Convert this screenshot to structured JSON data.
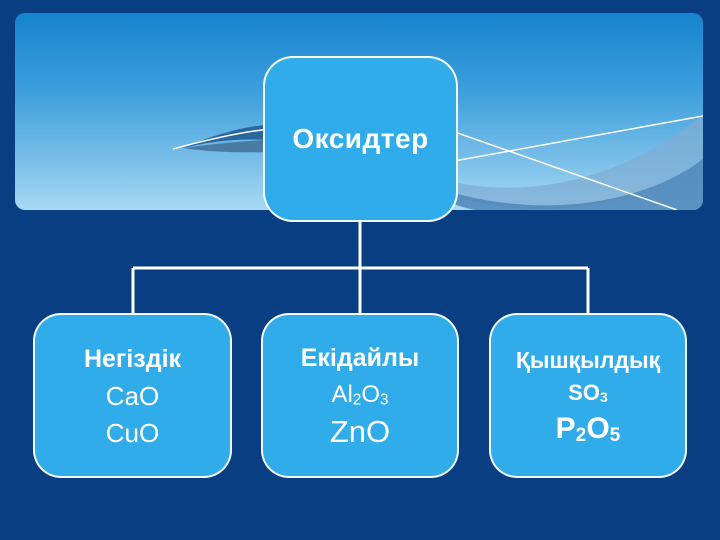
{
  "slide": {
    "diagram": {
      "root": {
        "label": "Оксидтер"
      },
      "children": [
        {
          "title": "Негіздік",
          "formulas": [
            "CaO",
            "CuO"
          ]
        },
        {
          "title": "Екідайлы",
          "formulas": [
            "Al2O3",
            "ZnO"
          ]
        },
        {
          "title": "Қышқылдық",
          "formulas": [
            "SO3",
            "P2O5"
          ]
        }
      ]
    },
    "colors": {
      "background": "#0A3E82",
      "node_fill": "#30ACEA",
      "node_border": "#FFFFFF",
      "connector": "#FFFFFF",
      "text": "#FFFFFF",
      "header_gradient_top": "#1583CE",
      "header_gradient_bottom": "#A8DAF4",
      "wave_dark": "#2B679F",
      "wave_medium": "#4D86B9"
    }
  }
}
